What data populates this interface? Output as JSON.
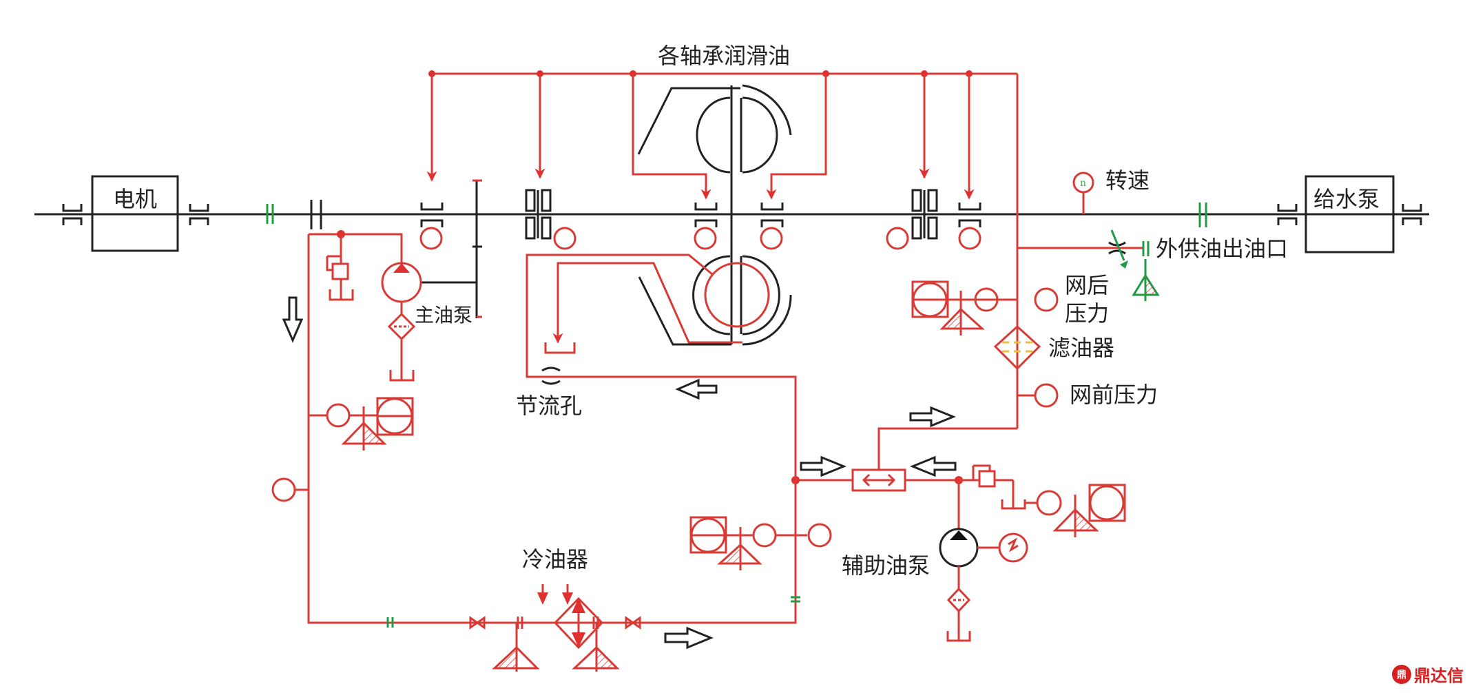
{
  "title": "各轴承润滑油",
  "labels": {
    "motor": "电机",
    "feed_pump": "给水泵",
    "main_oil_pump": "主油泵",
    "throttle": "节流孔",
    "speed": "转速",
    "speed_symbol": "n",
    "external_outlet": "外供油出油口",
    "post_filter_pressure_1": "网后",
    "post_filter_pressure_2": "压力",
    "oil_filter": "滤油器",
    "pre_filter_pressure": "网前压力",
    "aux_oil_pump": "辅助油泵",
    "oil_cooler": "冷油器"
  },
  "watermark": {
    "mark": "鼎",
    "text": "鼎达信"
  },
  "colors": {
    "oil_line": "#d83a35",
    "mechanical": "#222222",
    "external": "#1f9a45",
    "filter_element": "#e8c040"
  }
}
